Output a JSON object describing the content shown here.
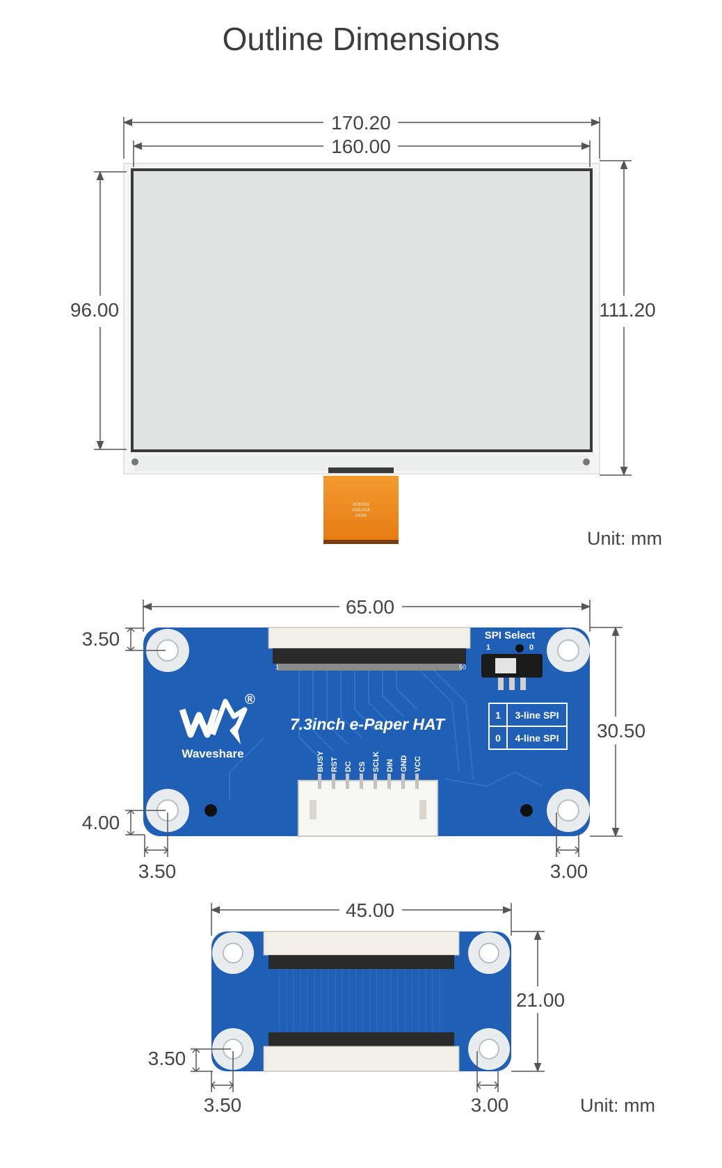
{
  "title": "Outline Dimensions",
  "unit_label": "Unit: mm",
  "display": {
    "width_outer": "170.20",
    "width_active": "160.00",
    "height_active": "96.00",
    "height_outer": "111.20",
    "fpc_text": [
      "XXXXXX",
      "XXX-XXX",
      "XXXX"
    ]
  },
  "hat": {
    "width": "65.00",
    "height": "30.50",
    "hole_top_offset": "3.50",
    "hole_bottom_offset": "4.00",
    "hole_left_offset": "3.50",
    "hole_right_offset": "3.00",
    "board_title": "7.3inch e-Paper HAT",
    "brand": "Waveshare",
    "logo": "waveshare-logo",
    "registered": "®",
    "spi_select": "SPI Select",
    "spi_pos_1": "1",
    "spi_pos_0": "0",
    "spi_table": [
      {
        "value": "1",
        "mode": "3-line SPI"
      },
      {
        "value": "0",
        "mode": "4-line SPI"
      }
    ],
    "pins": [
      "BUSY",
      "RST",
      "DC",
      "CS",
      "SCLK",
      "DIN",
      "GND",
      "VCC"
    ],
    "fpc_pin_1": "1",
    "fpc_pin_50": "50"
  },
  "adapter": {
    "width": "45.00",
    "height": "21.00",
    "hole_bottom_offset": "3.50",
    "hole_left_offset": "3.50",
    "hole_right_offset": "3.00"
  },
  "colors": {
    "pcb_blue": "#1f5fb5",
    "screen": "#dfe3e2",
    "fpc_orange": "#f08a1c",
    "line": "#555555"
  }
}
